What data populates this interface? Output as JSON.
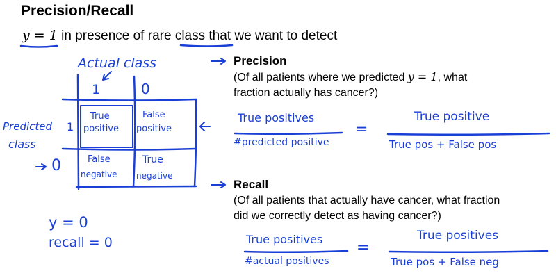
{
  "slide": {
    "title": "Precision/Recall",
    "subtitle": {
      "math": "y = 1",
      "text_before_underline": " in presence of ",
      "rare_class": "rare class",
      "text_after": " that we want to detect"
    }
  },
  "handwriting": {
    "actual_class_label": "Actual class",
    "col_1": "1",
    "col_0": "0",
    "predicted_label_1": "Predicted",
    "predicted_label_2": "class",
    "row_1": "1",
    "row_0": "0",
    "cells": {
      "tp_1": "True",
      "tp_2": "positive",
      "fp_1": "False",
      "fp_2": "positive",
      "fn_1": "False",
      "fn_2": "negative",
      "tn_1": "True",
      "tn_2": "negative"
    },
    "y0": "y = 0",
    "recall0": "recall = 0",
    "precision_frac": {
      "num": "True positives",
      "den": "#predicted positive",
      "eq": "=",
      "num2": "True positive",
      "den2": "True pos + False pos"
    },
    "recall_frac": {
      "num": "True positives",
      "den": "#actual positives",
      "eq": "=",
      "num2": "True positives",
      "den2": "True pos + False neg"
    }
  },
  "precision": {
    "heading": "Precision",
    "line1_before": "(Of all patients where we predicted ",
    "line1_math": "y = 1",
    "line1_after": ", what",
    "line2": "fraction actually has cancer?)"
  },
  "recall": {
    "heading": "Recall",
    "line1": "(Of all patients that actually have cancer, what fraction",
    "line2": "did we correctly detect as having cancer?)"
  },
  "colors": {
    "ink": "#1a3fd6",
    "text": "#000000"
  }
}
